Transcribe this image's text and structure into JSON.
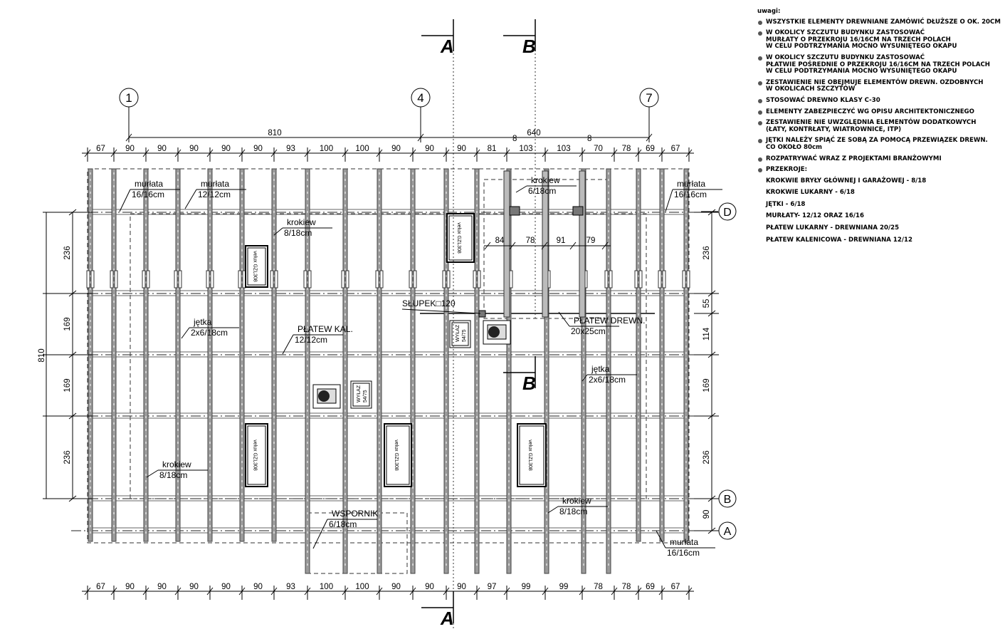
{
  "notes": {
    "title": "uwagi:",
    "items": [
      "WSZYSTKIE ELEMENTY DREWNIANE ZAMÓWIĆ DŁUŻSZE O OK. 20CM",
      "W OKOLICY SZCZUTU BUDYNKU ZASTOSOWAĆ\nMURŁATY O PRZEKROJU 16/16CM NA TRZECH POLACH\nW CELU PODTRZYMANIA MOCNO WYSUNIĘTEGO OKAPU",
      "W OKOLICY SZCZUTU BUDYNKU ZASTOSOWAĆ\nPŁATWIE POŚREDNIE O PRZEKROJU 16/16CM NA TRZECH POLACH\nW CELU PODTRZYMANIA MOCNO WYSUNIĘTEGO OKAPU",
      "ZESTAWIENIE NIE OBEJMUJE ELEMENTÓW DREWN. OZDOBNYCH\nW OKOLICACH SZCZYTÓW",
      "STOSOWAĆ DREWNO KLASY C-30",
      "ELEMENTY ZABEZPIECZYĆ WG OPISU ARCHITEKTONICZNEGO",
      "ZESTAWIENIE NIE UWZGLĘDNIA ELEMENTÓW DODATKOWYCH\n(ŁATY, KONTRŁATY, WIATROWNICE, ITP)",
      "JĘTKI NALEŻY SPIĄĆ ZE SOBĄ ZA POMOCĄ PRZEWIĄZEK DREWN.\nCO OKOŁO 80cm",
      "ROZPATRYWAĆ WRAZ Z PROJEKTAMI BRANŻOWYMI",
      "PRZEKROJE:"
    ],
    "sections": [
      "KROKWIE BRYŁY GŁÓWNEJ I GARAŻOWEJ - 8/18",
      "KROKWIE LUKARNY - 6/18",
      "JĘTKI - 6/18",
      "MURŁATY- 12/12 ORAZ 16/16",
      "PŁATEW LUKARNY - DREWNIANA 20/25",
      "PŁATEW KALENICOWA - DREWNIANA 12/12"
    ]
  },
  "axes": {
    "top": [
      "1",
      "4",
      "7"
    ],
    "right": [
      "D",
      "B",
      "A"
    ]
  },
  "section_marks": {
    "a": "A",
    "b": "B"
  },
  "dims": {
    "overall_top": [
      "810",
      "640"
    ],
    "small_top": [
      "8",
      "8"
    ],
    "top_row": [
      "67",
      "90",
      "90",
      "90",
      "90",
      "90",
      "93",
      "100",
      "100",
      "90",
      "90",
      "90",
      "81",
      "103",
      "103",
      "70",
      "78",
      "69",
      "67"
    ],
    "bottom_row": [
      "67",
      "90",
      "90",
      "90",
      "90",
      "90",
      "93",
      "100",
      "100",
      "90",
      "90",
      "90",
      "97",
      "99",
      "99",
      "78",
      "78",
      "69",
      "67"
    ],
    "dormer_row": [
      "84",
      "78",
      "91",
      "79"
    ],
    "left": [
      "236",
      "169",
      "169",
      "236"
    ],
    "left_total": "810",
    "right": [
      "236",
      "55",
      "114",
      "169",
      "236",
      "90"
    ]
  },
  "labels": {
    "murlata1": [
      "murłata",
      "16/16cm"
    ],
    "murlata2": [
      "murłata",
      "12/12cm"
    ],
    "murlata3": [
      "murłata",
      "16/16cm"
    ],
    "murlata4": [
      "murłata",
      "16/16cm"
    ],
    "krokiew1": [
      "krokiew",
      "8/18cm"
    ],
    "krokiew2": [
      "krokiew",
      "6/18cm"
    ],
    "krokiew3": [
      "krokiew",
      "8/18cm"
    ],
    "krokiew4": [
      "krokiew",
      "8/18cm"
    ],
    "jetka1": [
      "jętka",
      "2x6/18cm"
    ],
    "jetka2": [
      "jętka",
      "2x6/18cm"
    ],
    "platew_kal": [
      "PŁATEW KAL.",
      "12/12cm"
    ],
    "platew_drewn": [
      "PŁATEW DREWN.",
      "20x25cm"
    ],
    "slupek": "SŁUPEK□120",
    "wspornik": [
      "WSPORNIK",
      "6/18cm"
    ],
    "velux": "velux GZL308",
    "wylaz": [
      "WYŁAZ",
      "54/75"
    ]
  }
}
